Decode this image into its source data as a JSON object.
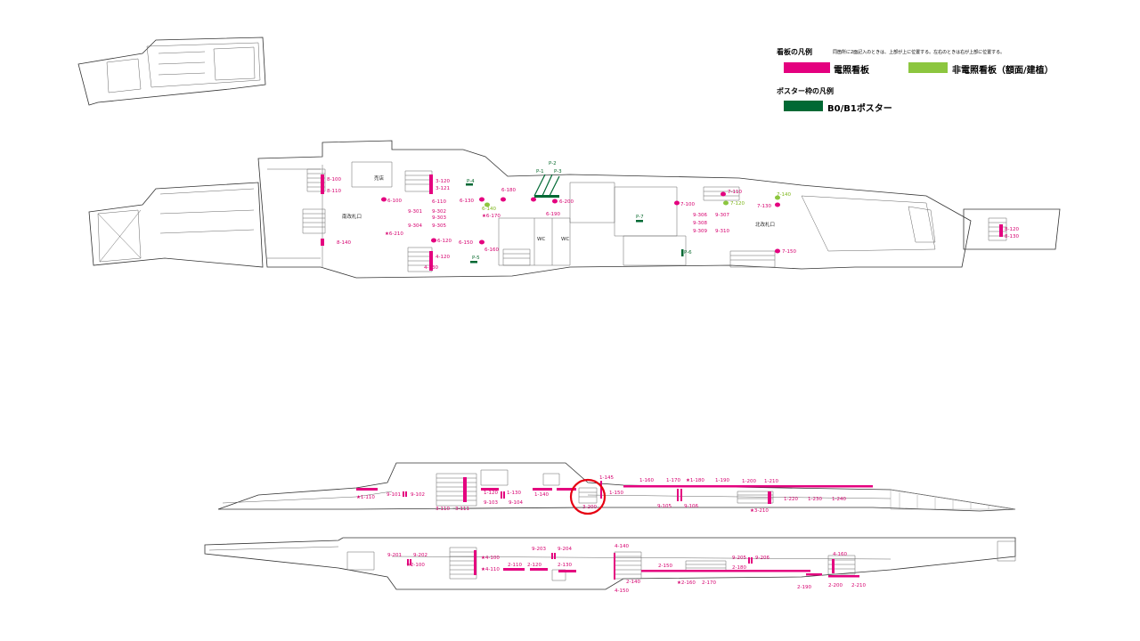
{
  "legend": {
    "signs_title": "看板の凡例",
    "signs_note": "同箇所に2面記入のときは、上部が上に位置する。左右のときは右が上部に位置する。",
    "lit_sign": {
      "label": "電照看板",
      "color": "#e4007f"
    },
    "unlit_sign": {
      "label": "非電照看板（額面/建植）",
      "color": "#8cc63f"
    },
    "poster_title": "ポスター枠の凡例",
    "poster": {
      "label": "B0/B1ポスター",
      "color": "#006934"
    }
  },
  "upper_floor": {
    "rooms": [
      "売店",
      "南改札口",
      "北改札口",
      "WC",
      "WC"
    ],
    "lit_labels": [
      "8-100",
      "8-110",
      "8-140",
      "3-120",
      "3-121",
      "6-100",
      "6-110",
      "9-301",
      "9-302",
      "9-303",
      "9-304",
      "9-305",
      "★6-210",
      "6-120",
      "4-120",
      "4-130",
      "6-130",
      "6-180",
      "★6-170",
      "6-190",
      "6-200",
      "6-150",
      "6-160",
      "7-100",
      "7-110",
      "9-306",
      "9-307",
      "9-308",
      "9-309",
      "9-310",
      "7-130",
      "7-150",
      "8-120",
      "8-130"
    ],
    "unlit_labels": [
      "6-140",
      "7-120",
      "7-140"
    ],
    "poster_labels": [
      "P-1",
      "P-2",
      "P-3",
      "P-4",
      "P-5",
      "P-6",
      "P-7"
    ]
  },
  "platform_1": {
    "labels": [
      "★1-110",
      "9-101",
      "9-102",
      "3-110",
      "3-111",
      "1-120",
      "1-130",
      "9-103",
      "9-104",
      "1-140",
      "3-200",
      "1-145",
      "1-150",
      "1-160",
      "1-170",
      "★1-180",
      "1-190",
      "1-200",
      "1-210",
      "9-105",
      "9-106",
      "★3-210",
      "1-220",
      "1-230",
      "1-240"
    ]
  },
  "platform_2": {
    "labels": [
      "9-201",
      "9-202",
      "★2-100",
      "★4-100",
      "★4-110",
      "2-110",
      "2-120",
      "9-203",
      "9-204",
      "2-130",
      "4-140",
      "4-150",
      "2-140",
      "2-150",
      "★2-160",
      "2-170",
      "2-180",
      "9-205",
      "9-206",
      "4-160",
      "2-190",
      "2-200",
      "2-210"
    ]
  },
  "highlight": {
    "label": "3-200",
    "color": "#e60012"
  },
  "colors": {
    "wall": "#333333",
    "lit": "#e4007f",
    "unlit": "#8cc63f",
    "poster": "#006934"
  }
}
